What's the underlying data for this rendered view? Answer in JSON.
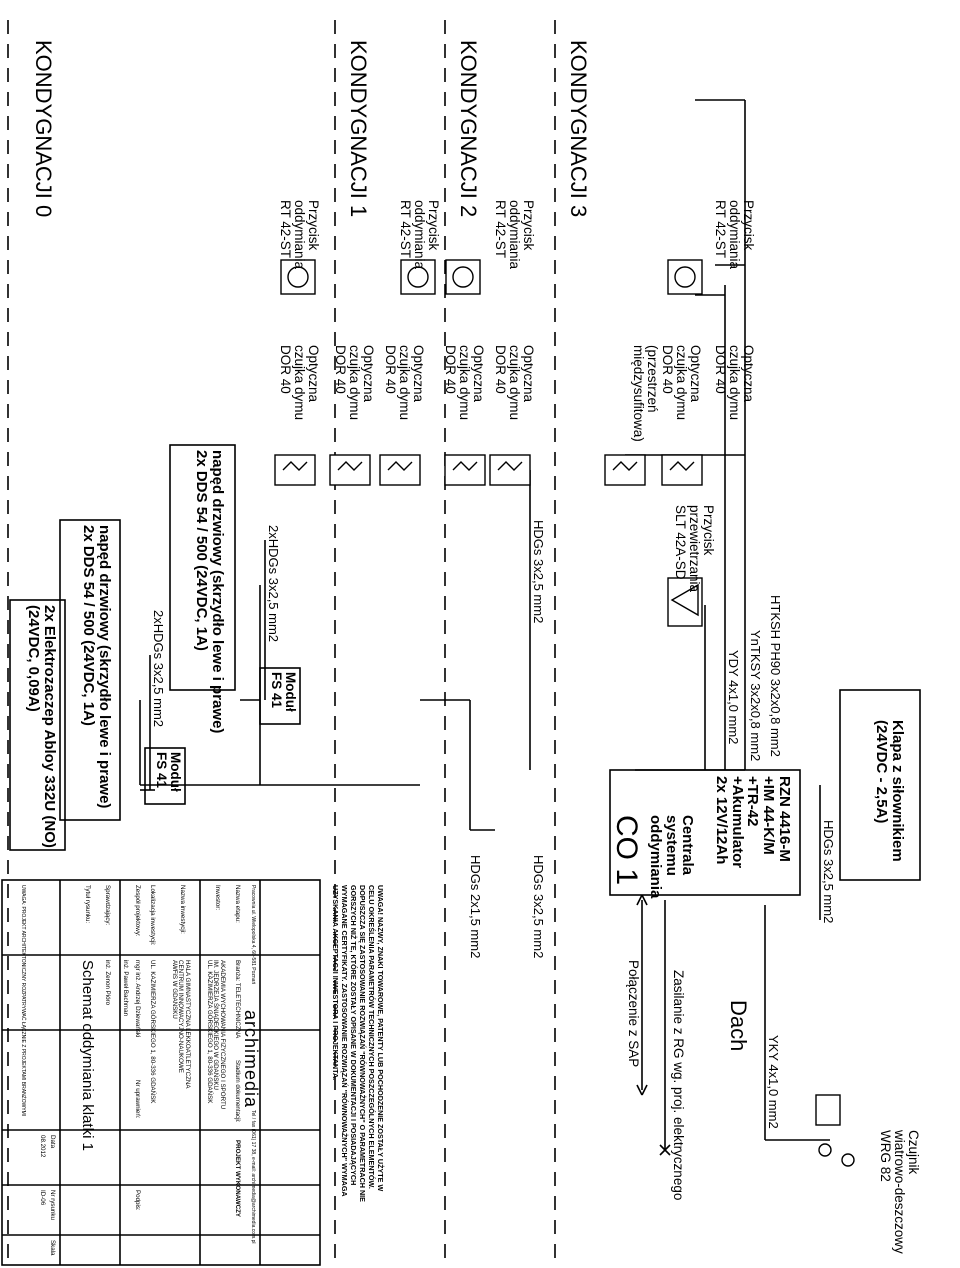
{
  "floors": [
    {
      "label": "KONDYGNACJI 3"
    },
    {
      "label": "KONDYGNACJI 2"
    },
    {
      "label": "KONDYGNACJI 1"
    },
    {
      "label": "KONDYGNACJI 0"
    }
  ],
  "devices": {
    "button": [
      "Przycisk",
      "oddymiania",
      "RT 42-ST"
    ],
    "detector": [
      "Optyczna",
      "czujka dymu",
      "DOR 40"
    ],
    "detector_ceiling_extra": [
      "(przestrzeń",
      "międzysufitowa)"
    ],
    "vent_button": [
      "Przycisk",
      "przewietrzania",
      "SLT 42A-SD"
    ],
    "module": [
      "Moduł",
      "FS 41"
    ],
    "door_drive": [
      "napęd drzwiowy (skrzydło lewe i prawe)",
      "2x DDS 54 / 500 (24VDC, 1A)"
    ],
    "electro_lock": [
      "2x Elektrozaczep Abloy 332U (NO)",
      "(24VDC, 0,09A)"
    ],
    "flap": [
      "Klapa z siłownikiem",
      "(24VDC - 2,5A)"
    ],
    "weather": [
      "Czujnik",
      "wiatrowo-deszczowy",
      "WRG 82"
    ]
  },
  "central": {
    "lines": [
      "RZN 4416-M",
      "+IM 44-K/M",
      "+TR-42",
      "+Akumulator",
      "2x 12V/12Ah"
    ],
    "caption": [
      "Centrala",
      "systemu",
      "oddymiania"
    ],
    "id": "CO 1"
  },
  "cables": {
    "htksh": "HTKSH PH90 3x2x0,8 mm2",
    "ytksy": "YnTKSY 3x2x0,8 mm2",
    "ydy": "YDY 4x1,0 mm2",
    "hdgs": "HDGs 3x2,5 mm2",
    "hdgs_two": "2xHDGs 3x2,5 mm2",
    "hdgs_small": "HDGs 2x1,5 mm2",
    "yky": "YKY 4x1,0 mm2"
  },
  "labels": {
    "dach": "Dach",
    "power": "Zasilanie z RG wg. proj. elektrycznego",
    "sap": "Połączenie z SAP"
  },
  "note": "UWAGA! NAZWY, ZNAKI TOWAROWE, PATENTY LUB POCHODZENIE ZOSTAŁY UŻYTE W CELU OKREŚLENIA PARAMETRÓW TECHNICZNYCH POSZCZEGÓLNYCH ELEMENTÓW. DOPUSZCZA SIĘ ZASTOSOWANIE ROZWIĄZAŃ \"RÓWNOWAŻNYCH\" O PARAMETRACH NIE GORSZYCH NIŻ TE, KTÓRE ZOSTAŁY OPISANE W DOKUMENTACJI I POSIADAJĄCYCH WYMAGANE CERTYFIKATY. ZASTOSOWANIE ROZWIĄZAŃ \"RÓWNOWAŻNYCH\" WYMAGA UZYSKANIA AKCEPTACJI INWESTORA I PROJEKTANTA.",
  "title_block": {
    "company": "archimedia",
    "address": "Pracownia ul. Wielopolska 4, 60-581 Poznań",
    "contact": "Tel / fax (061) 17 38, e-mail: archimedia@archimedia.com.pl",
    "phase_label": "Nazwa etapu:",
    "branch_label": "Branża: TELETECHNICZNA",
    "stage_label": "Stadium dokumentacji:",
    "stage_value": "PROJEKT WYKONAWCZY",
    "investor_label": "Inwestor:",
    "investor": [
      "AKADEMIA WYCHOWANIA FIZYCZNEGO I SPORTU",
      "IM. JĘDRZEJA ŚNIADECKIEGO W GDAŃSKU",
      "UL. KAZIMIERZA GÓRSKIEGO 1, 80-336 GDAŃSK"
    ],
    "object_label": "Nazwa inwestycji:",
    "object": [
      "HALA GIMNASTYCZNA LEKKOATLETYCZNA",
      "CENTRUM INNOWACYJNO-NAUKOWE",
      "AWFiS W GDAŃSKU"
    ],
    "location_label": "Lokalizacja inwestycji:",
    "location": "UL. KAZIMIERZA GÓRSKIEGO 1, 80-336 GDAŃSK",
    "designer_label": "Zespół projektowy:",
    "designer": "mgr inż. Andrzej Dziewański",
    "licence_label": "Nr uprawnień:",
    "sign_label": "Podpis:",
    "checker": "inż. Paweł Bachman",
    "verifier_label": "Sprawdzający:",
    "verifier": "inż. Zenon Pióro",
    "drawing_label": "Tytuł rysunku:",
    "drawing_title": "Schemat oddymiania klatki 1",
    "date_label": "Data",
    "date_value": "08.2012",
    "sheet_label": "Nr rysunku",
    "sheet_value": "ID-06",
    "scale_label": "Skala",
    "footer": "UWAGA: PROJEKT ARCHITEKTONICZNY ROZPATRYWAĆ ŁĄCZNIE Z PROJEKTAMI BRANŻOWYMI"
  }
}
